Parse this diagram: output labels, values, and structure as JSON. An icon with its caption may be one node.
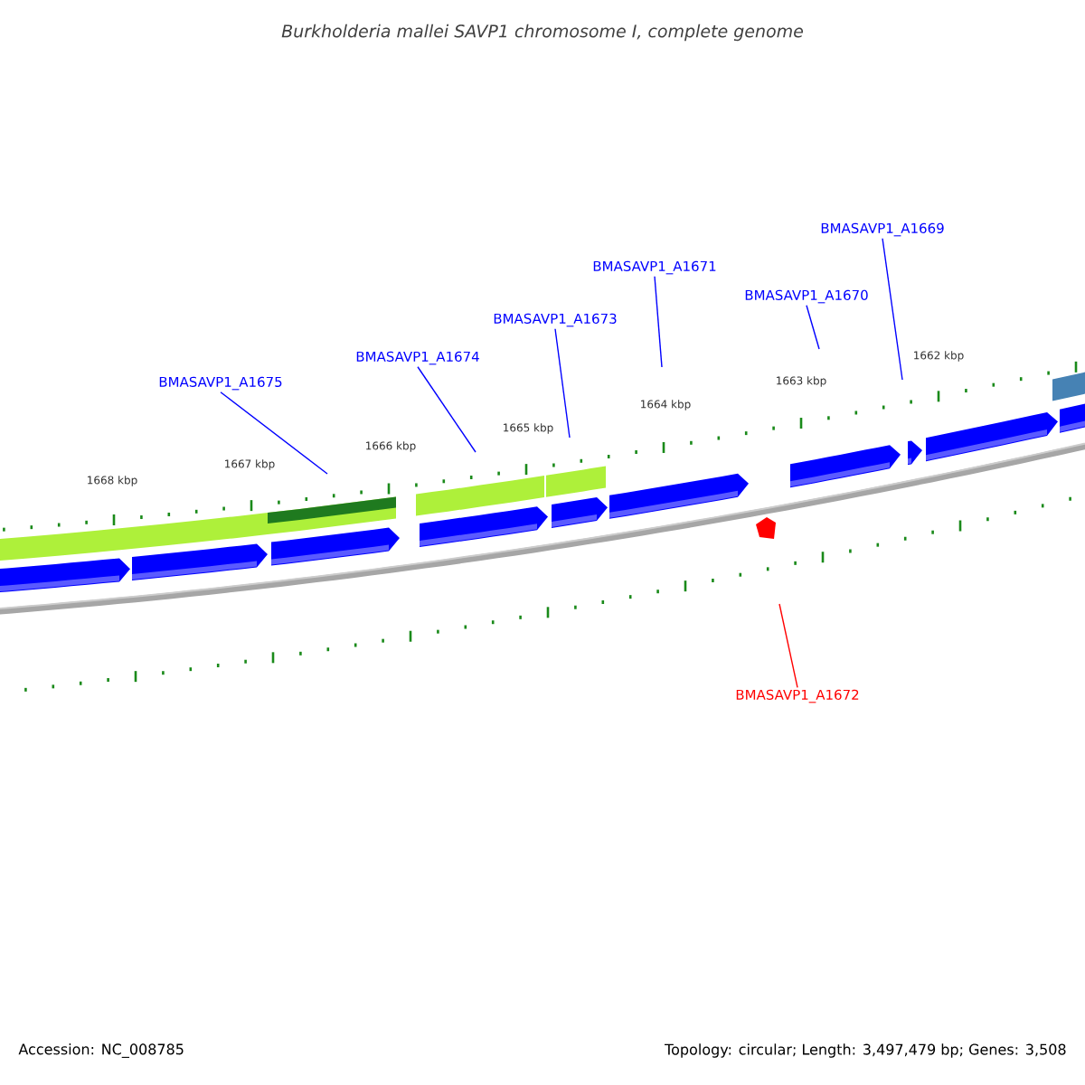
{
  "diagram": {
    "title": "*Burkholderia mallei* SAVP1 chromosome I, complete genome",
    "nodes": [
      {
        "text": [
          "BMASAVP1_A1675"
        ]
      },
      {
        "text": [
          "BMASAVP1_A1674"
        ]
      },
      {
        "text": [
          "BMASAVP1_A1673"
        ]
      },
      {
        "text": [
          "BMASAVP1_A1671"
        ]
      },
      {
        "text": [
          "BMASAVP1_A1670"
        ]
      },
      {
        "text": [
          "BMASAVP1_A1669"
        ]
      },
      {
        "text": [
          "BMASAVP1_A1672"
        ]
      }
    ],
    "edges": [
      {
        "from": 0,
        "to": null,
        "arrow": "none"
      },
      {
        "from": 1,
        "to": null,
        "arrow": "none"
      },
      {
        "from": 2,
        "to": null,
        "arrow": "none"
      },
      {
        "from": 3,
        "to": null,
        "arrow": "none"
      },
      {
        "from": 4,
        "to": null,
        "arrow": "none"
      },
      {
        "from": 5,
        "to": null,
        "arrow": "none"
      },
      {
        "from": 6,
        "to": null,
        "arrow": "none",
        "color": "#ff0000"
      }
    ],
    "labels": [
      "1668 kbp",
      "1667 kbp",
      "1666 kbp",
      "1665 kbp",
      "1664 kbp",
      "1663 kbp",
      "1662 kbp",
      "Accession: NC_008785",
      "Topology: circular; Length: 3,497,479 bp; Genes: 3,508"
    ]
  }
}
